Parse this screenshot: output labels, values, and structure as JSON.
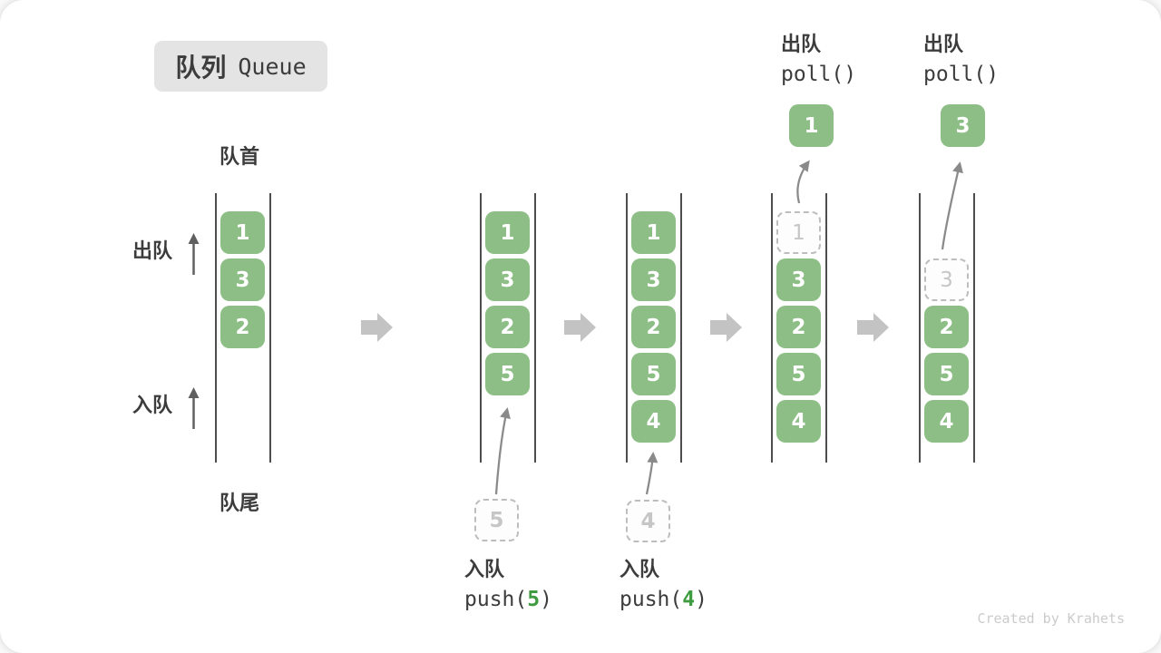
{
  "title": {
    "zh": "队列",
    "en": "Queue"
  },
  "side_labels": {
    "front": "队首",
    "rear": "队尾",
    "dequeue": "出队",
    "enqueue": "入队"
  },
  "watermark": "Created by Krahets",
  "colors": {
    "cell_green": "#8cbe86",
    "accent_green": "#3f9b3f",
    "badge_bg": "#e4e4e4",
    "text_dark": "#3c3c3c",
    "ghost_border": "#bdbdbd",
    "ghost_text": "#c6c6c6",
    "wall_gray": "#4d4d4d",
    "step_arrow_gray": "#c3c3c3",
    "thin_arrow_gray": "#8a8a8a",
    "watermark_gray": "#cbcbcb"
  },
  "stages": [
    {
      "cells": [
        "1",
        "3",
        "2"
      ]
    },
    {
      "cells": [
        "1",
        "3",
        "2",
        "5"
      ],
      "incoming": "5",
      "action": {
        "zh": "入队",
        "code_pre": "push(",
        "arg": "5",
        "code_post": ")"
      }
    },
    {
      "cells": [
        "1",
        "3",
        "2",
        "5",
        "4"
      ],
      "incoming": "4",
      "action": {
        "zh": "入队",
        "code_pre": "push(",
        "arg": "4",
        "code_post": ")"
      }
    },
    {
      "ghost": "1",
      "cells": [
        "3",
        "2",
        "5",
        "4"
      ],
      "popped": "1",
      "action": {
        "zh": "出队",
        "code": "poll()"
      }
    },
    {
      "ghost": "3",
      "cells": [
        "2",
        "5",
        "4"
      ],
      "popped": "3",
      "action": {
        "zh": "出队",
        "code": "poll()"
      }
    }
  ]
}
